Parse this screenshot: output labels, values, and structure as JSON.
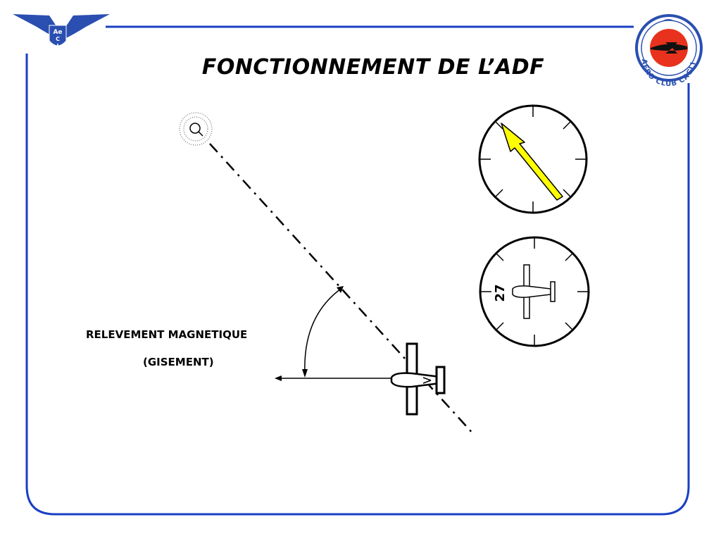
{
  "slide": {
    "title": "FONCTIONNEMENT DE L’ADF",
    "label_bearing": "RELEVEMENT MAGNETIQUE",
    "label_bearing_sub": "(GISEMENT)"
  },
  "logo_left": {
    "text_1": "Ae",
    "text_2": "C",
    "text_3": "I"
  },
  "logo_right": {
    "ring_text": "AERO CLUB CAGLIARI"
  },
  "heading_indicator": {
    "heading_label": "27"
  },
  "colors": {
    "frame": "#1a3fc4",
    "needle": "#ffff00",
    "logo_wing": "#2a4fb0",
    "logo_disc": "#e8321e"
  }
}
